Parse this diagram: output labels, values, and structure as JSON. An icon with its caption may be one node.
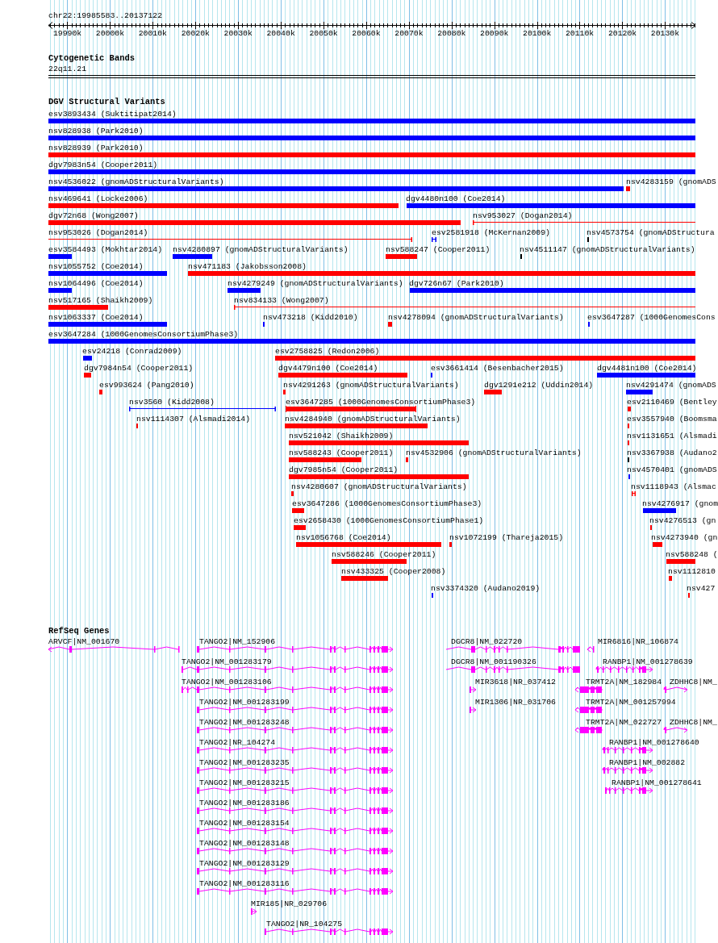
{
  "diagram": {
    "labels": [
      "chr22:19985583..20137122",
      "19990k",
      "20000k",
      "20010k",
      "20020k",
      "20030k",
      "20040k",
      "20050k",
      "20060k",
      "20070k",
      "20080k",
      "20090k",
      "20100k",
      "20110k",
      "20120k",
      "20130k",
      "Cytogenetic Bands",
      "22q11.21",
      "DGV Structural Variants",
      "esv3893434 (Suktitipat2014)",
      "nsv828938 (Park2010)",
      "nsv828939 (Park2010)",
      "dgv7983n54 (Cooper2011)",
      "nsv4536022 (gnomADStructuralVariants)",
      "nsv4283159 (gnomADS",
      "nsv469641 (Locke2006)",
      "dgv4480n100 (Coe2014)",
      "dgv72n68 (Wong2007)",
      "nsv953027 (Dogan2014)",
      "nsv953026 (Dogan2014)",
      "esv2581918 (McKernan2009)",
      "nsv4573754 (gnomADStructura",
      "esv3584493 (Mokhtar2014)",
      "nsv4280897 (gnomADStructuralVariants)",
      "nsv588247 (Cooper2011)",
      "nsv4511147 (gnomADStructuralVariants)",
      "nsv1055752 (Coe2014)",
      "nsv471183 (Jakobsson2008)",
      "nsv1064496 (Coe2014)",
      "nsv4279249 (gnomADStructuralVariants)",
      "dgv726n67 (Park2010)",
      "nsv517165 (Shaikh2009)",
      "nsv834133 (Wong2007)",
      "nsv1063337 (Coe2014)",
      "nsv473218 (Kidd2010)",
      "nsv4278094 (gnomADStructuralVariants)",
      "esv3647287 (1000GenomesCons",
      "esv3647284 (1000GenomesConsortiumPhase3)",
      "esv24218 (Conrad2009)",
      "esv2758825 (Redon2006)",
      "dgv7984n54 (Cooper2011)",
      "dgv4479n100 (Coe2014)",
      "esv3661414 (Besenbacher2015)",
      "dgv4481n100 (Coe2014)",
      "esv993624 (Pang2010)",
      "nsv4291263 (gnomADStructuralVariants)",
      "dgv1291e212 (Uddin2014)",
      "nsv4291474 (gnomADS",
      "nsv3560 (Kidd2008)",
      "esv3647285 (1000GenomesConsortiumPhase3)",
      "esv2110469 (Bentley",
      "nsv1114307 (Alsmadi2014)",
      "nsv4284940 (gnomADStructuralVariants)",
      "esv3557940 (Boomsma",
      "nsv521042 (Shaikh2009)",
      "nsv1131651 (Alsmadi",
      "nsv588243 (Cooper2011)",
      "nsv4532906 (gnomADStructuralVariants)",
      "nsv3367938 (Audano2",
      "dgv7985n54 (Cooper2011)",
      "nsv4570401 (gnomADS",
      "nsv4280607 (gnomADStructuralVariants)",
      "nsv1118943 (Alsmac",
      "esv3647286 (1000GenomesConsortiumPhase3)",
      "nsv4276917 (gnom",
      "esv2658430 (1000GenomesConsortiumPhase1)",
      "nsv4276513 (gn",
      "nsv1056768 (Coe2014)",
      "nsv1072199 (Thareja2015)",
      "nsv4273940 (gn",
      "nsv588246 (Cooper2011)",
      "nsv588248 (",
      "nsv433325 (Cooper2008)",
      "nsv1112810",
      "nsv3374320 (Audano2019)",
      "nsv427",
      "RefSeq Genes",
      "ARVCF|NM_001670",
      "TANGO2|NM_152906",
      "DGCR8|NM_022720",
      "MIR6816|NR_106874",
      "TANGO2|NM_001283179",
      "DGCR8|NM_001190326",
      "RANBP1|NM_001278639",
      "TANGO2|NM_001283106",
      "MIR3618|NR_037412",
      "TRMT2A|NM_182984",
      "ZDHHC8|NM_",
      "TANGO2|NM_001283199",
      "MIR1306|NR_031706",
      "TRMT2A|NM_001257994",
      "TANGO2|NM_001283248",
      "TRMT2A|NM_022727",
      "ZDHHC8|NM_",
      "TANGO2|NR_104274",
      "RANBP1|NM_001278640",
      "TANGO2|NM_001283235",
      "RANBP1|NM_002882",
      "TANGO2|NM_001283215",
      "RANBP1|NM_001278641",
      "TANGO2|NM_001283186",
      "TANGO2|NM_001283154",
      "TANGO2|NM_001283148",
      "TANGO2|NM_001283129",
      "TANGO2|NM_001283116",
      "MIR185|NR_029706",
      "TANGO2|NR_104275"
    ]
  }
}
